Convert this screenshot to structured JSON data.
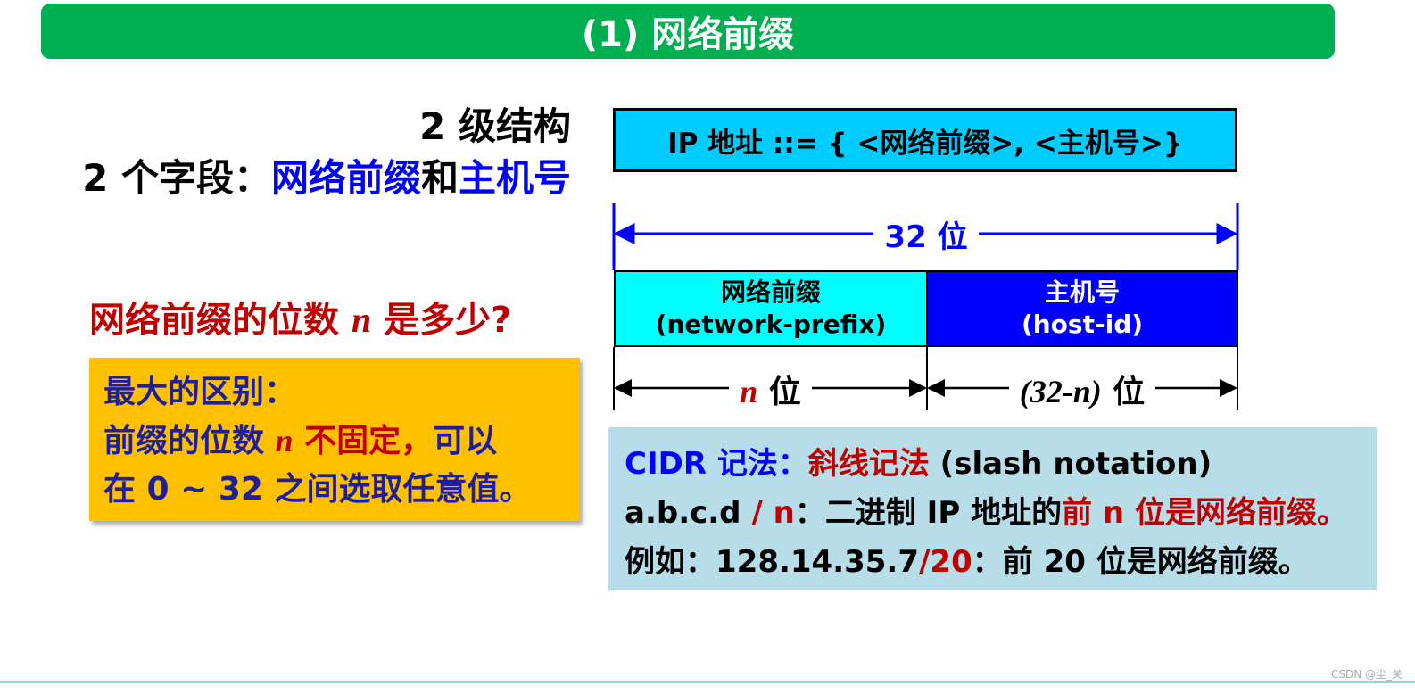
{
  "title": "(1) 网络前缀",
  "left": {
    "line1": "2 级结构",
    "line2_prefix": "2 个字段：",
    "line2_field1": "网络前缀",
    "line2_and": "和",
    "line2_field2": "主机号",
    "question_prefix": "网络前缀的位数 ",
    "question_var": "n",
    "question_suffix": " 是多少?",
    "note_line1": "最大的区别：",
    "note_line2_prefix": "前缀的位数 ",
    "note_line2_var": "n",
    "note_line2_red": " 不固定，",
    "note_line2_suffix": "可以",
    "note_line3": "在 0 ~ 32 之间选取任意值。"
  },
  "diagram": {
    "ip_definition": "IP 地址 ::= { <网络前缀>, <主机号>}",
    "total_bits": "32 位",
    "network_cell_line1": "网络前缀",
    "network_cell_line2": "(network-prefix)",
    "host_cell_line1": "主机号",
    "host_cell_line2": "(host-id)",
    "network_bits_var": "n",
    "network_bits_unit": " 位",
    "host_bits_var": "(32-n)",
    "host_bits_unit": " 位"
  },
  "cidr": {
    "label": "CIDR 记法：",
    "label_red": "斜线记法",
    "label_suffix": " (slash notation)",
    "line2_prefix": "a.b.c.d ",
    "line2_slash": "/ n",
    "line2_middle": "：二进制 IP 地址的",
    "line2_red": "前 n 位是网络前缀。",
    "line3_prefix": "例如：128.14.35.7",
    "line3_red": "/20",
    "line3_suffix": "：前 20 位是网络前缀。"
  },
  "watermark": "CSDN @尘_关",
  "colors": {
    "title_bar": "#00b050",
    "ip_box": "#00ccff",
    "network_cell": "#00ffff",
    "host_cell": "#0000ff",
    "note_box": "#ffc000",
    "cidr_box": "#b7dde8",
    "accent_blue": "#0000ff",
    "accent_red": "#c00000"
  }
}
